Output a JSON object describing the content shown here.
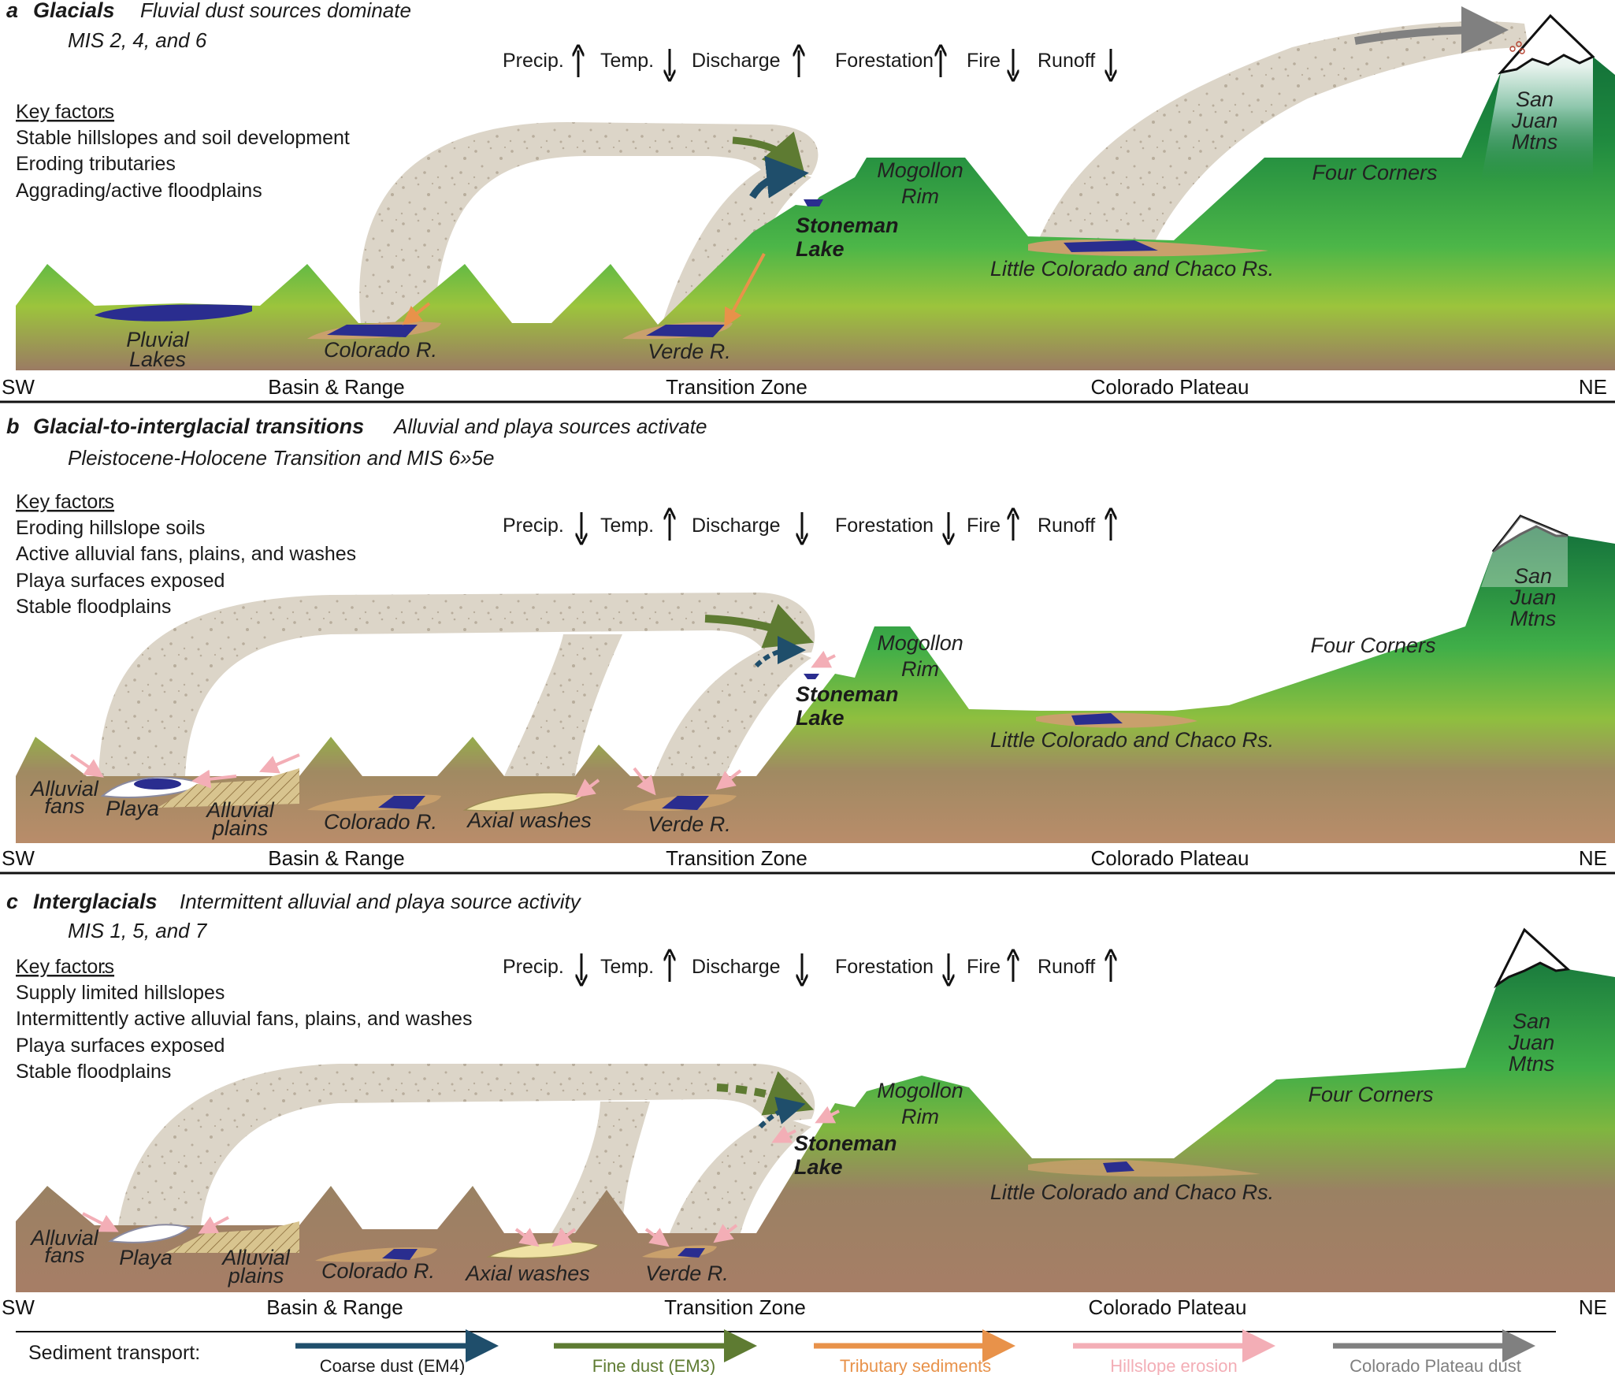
{
  "panels": [
    {
      "letter": "a",
      "title": "Glacials",
      "subtitle": "Fluvial dust sources dominate",
      "periods": "MIS 2, 4, and 6",
      "key_factors_heading": "Key factors",
      "key_factors": [
        "Stable hillslopes and soil development",
        "Eroding tributaries",
        "Aggrading/active floodplains"
      ],
      "climate": [
        {
          "label": "Precip.",
          "trend": "up"
        },
        {
          "label": "Temp.",
          "trend": "down"
        },
        {
          "label": "Discharge",
          "trend": "up"
        },
        {
          "label": "Forestation",
          "trend": "up"
        },
        {
          "label": "Fire",
          "trend": "down"
        },
        {
          "label": "Runoff",
          "trend": "down"
        }
      ],
      "features": {
        "pluvial": "Pluvial",
        "lakes": "Lakes",
        "colorado": "Colorado R.",
        "verde": "Verde R.",
        "stoneman": "Stoneman",
        "lake": "Lake",
        "mogollon": "Mogollon",
        "rim": "Rim",
        "little_colorado": "Little Colorado and Chaco Rs.",
        "four_corners": "Four Corners",
        "san": "San",
        "juan": "Juan",
        "mtns": "Mtns"
      },
      "axis": [
        "SW",
        "Basin & Range",
        "Transition Zone",
        "Colorado Plateau",
        "NE"
      ]
    },
    {
      "letter": "b",
      "title": "Glacial-to-interglacial transitions",
      "subtitle": "Alluvial and playa sources activate",
      "periods": "Pleistocene-Holocene Transition and MIS 6»5e",
      "key_factors_heading": "Key factors",
      "key_factors": [
        "Eroding hillslope soils",
        "Active alluvial fans, plains, and washes",
        "Playa surfaces exposed",
        "Stable floodplains"
      ],
      "climate": [
        {
          "label": "Precip.",
          "trend": "down"
        },
        {
          "label": "Temp.",
          "trend": "up"
        },
        {
          "label": "Discharge",
          "trend": "down"
        },
        {
          "label": "Forestation",
          "trend": "down"
        },
        {
          "label": "Fire",
          "trend": "up"
        },
        {
          "label": "Runoff",
          "trend": "up"
        }
      ],
      "features": {
        "alluvial": "Alluvial",
        "fans": "fans",
        "playa": "Playa",
        "alluvial2": "Alluvial",
        "plains": "plains",
        "colorado": "Colorado R.",
        "axial": "Axial washes",
        "verde": "Verde R.",
        "stoneman": "Stoneman",
        "lake": "Lake",
        "mogollon": "Mogollon",
        "rim": "Rim",
        "little_colorado": "Little Colorado and Chaco Rs.",
        "four_corners": "Four Corners",
        "san": "San",
        "juan": "Juan",
        "mtns": "Mtns"
      },
      "axis": [
        "SW",
        "Basin & Range",
        "Transition Zone",
        "Colorado Plateau",
        "NE"
      ]
    },
    {
      "letter": "c",
      "title": "Interglacials",
      "subtitle": "Intermittent alluvial and playa source activity",
      "periods": "MIS 1, 5, and 7",
      "key_factors_heading": "Key factors",
      "key_factors": [
        "Supply limited hillslopes",
        "Intermittently active alluvial fans, plains, and washes",
        "Playa surfaces exposed",
        "Stable floodplains"
      ],
      "climate": [
        {
          "label": "Precip.",
          "trend": "down"
        },
        {
          "label": "Temp.",
          "trend": "up"
        },
        {
          "label": "Discharge",
          "trend": "down"
        },
        {
          "label": "Forestation",
          "trend": "down"
        },
        {
          "label": "Fire",
          "trend": "up"
        },
        {
          "label": "Runoff",
          "trend": "up"
        }
      ],
      "features": {
        "alluvial": "Alluvial",
        "fans": "fans",
        "playa": "Playa",
        "alluvial2": "Alluvial",
        "plains": "plains",
        "colorado": "Colorado R.",
        "axial": "Axial washes",
        "verde": "Verde R.",
        "stoneman": "Stoneman",
        "lake": "Lake",
        "mogollon": "Mogollon",
        "rim": "Rim",
        "little_colorado": "Little Colorado and Chaco Rs.",
        "four_corners": "Four Corners",
        "san": "San",
        "juan": "Juan",
        "mtns": "Mtns"
      },
      "axis": [
        "SW",
        "Basin & Range",
        "Transition Zone",
        "Colorado Plateau",
        "NE"
      ]
    }
  ],
  "legend": {
    "title": "Sediment transport:",
    "items": [
      {
        "label": "Coarse dust (EM4)",
        "color": "#1f4e6b"
      },
      {
        "label": "Fine dust (EM3)",
        "color": "#5e7b32"
      },
      {
        "label": "Tributary sediments",
        "color": "#e8924a"
      },
      {
        "label": "Hillslope erosion",
        "color": "#f3aeb6"
      },
      {
        "label": "Colorado Plateau dust",
        "color": "#808080"
      }
    ]
  },
  "colors": {
    "plume": "#dcd5c8",
    "water": "#2a2d8f",
    "sediment": "#c9a06c",
    "forest": "#0f6b3a",
    "green": "#4cb648",
    "brown": "#9b7b63"
  }
}
